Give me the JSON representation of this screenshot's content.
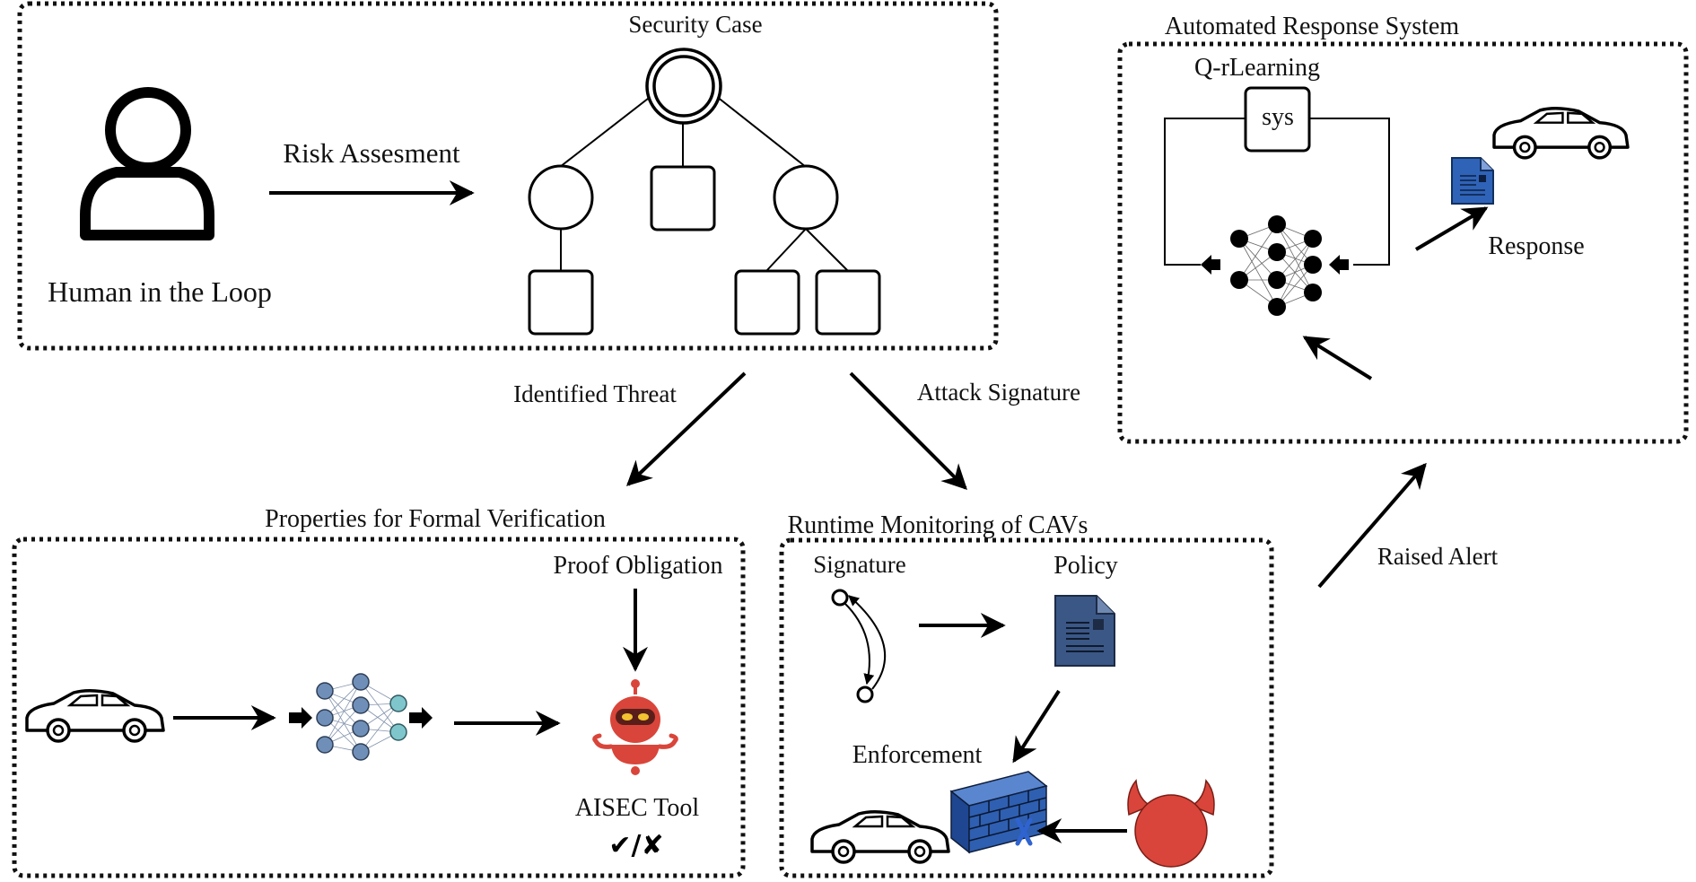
{
  "security_case": {
    "title": "Security Case",
    "human_label": "Human in the Loop",
    "risk_label": "Risk Assesment"
  },
  "flows": {
    "identified_threat": "Identified Threat",
    "attack_signature": "Attack Signature",
    "raised_alert": "Raised Alert"
  },
  "formal_verification": {
    "title": "Properties for Formal Verification",
    "proof_obligation": "Proof Obligation",
    "tool_label": "AISEC Tool",
    "verdict": "✔/✘"
  },
  "runtime_monitoring": {
    "title": "Runtime Monitoring of CAVs",
    "signature": "Signature",
    "policy": "Policy",
    "enforcement": "Enforcement"
  },
  "response_system": {
    "title": "Automated Response System",
    "learning": "Q-rLearning",
    "sys": "sys",
    "response": "Response"
  },
  "colors": {
    "robot_red": "#d9453a",
    "nn_blue": "#6f8fb8",
    "nn_cyan": "#7fc6cc",
    "doc_blue": "#3a5786",
    "doc_bright_blue": "#2f63b8",
    "wall_blue": "#2f5fb0"
  }
}
